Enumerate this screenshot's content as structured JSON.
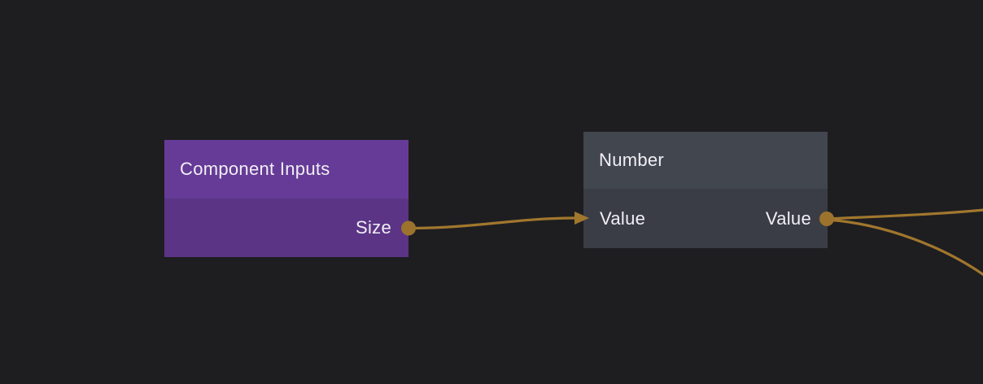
{
  "canvas": {
    "kind": "node-graph-editor",
    "background": "#1e1e21"
  },
  "colors": {
    "background": "#1e1e21",
    "wire": "#a1772d",
    "port": "#9c732c",
    "text": "#f1eff5",
    "component_inputs_header": "#663b97",
    "component_inputs_body": "#5b3486",
    "number_header": "#42464f",
    "number_body": "#3a3d46"
  },
  "nodes": [
    {
      "id": "component-inputs",
      "title": "Component Inputs",
      "inputs": [],
      "outputs": [
        {
          "label": "Size",
          "connected": true
        }
      ]
    },
    {
      "id": "number",
      "title": "Number",
      "inputs": [
        {
          "label": "Value",
          "connected": true
        }
      ],
      "outputs": [
        {
          "label": "Value",
          "connected": true
        }
      ]
    }
  ],
  "connections": [
    {
      "from": "component-inputs.Size",
      "to": "number.Value"
    },
    {
      "from": "number.Value",
      "to": "offscreen-right-upper"
    },
    {
      "from": "number.Value",
      "to": "offscreen-right-lower"
    }
  ]
}
